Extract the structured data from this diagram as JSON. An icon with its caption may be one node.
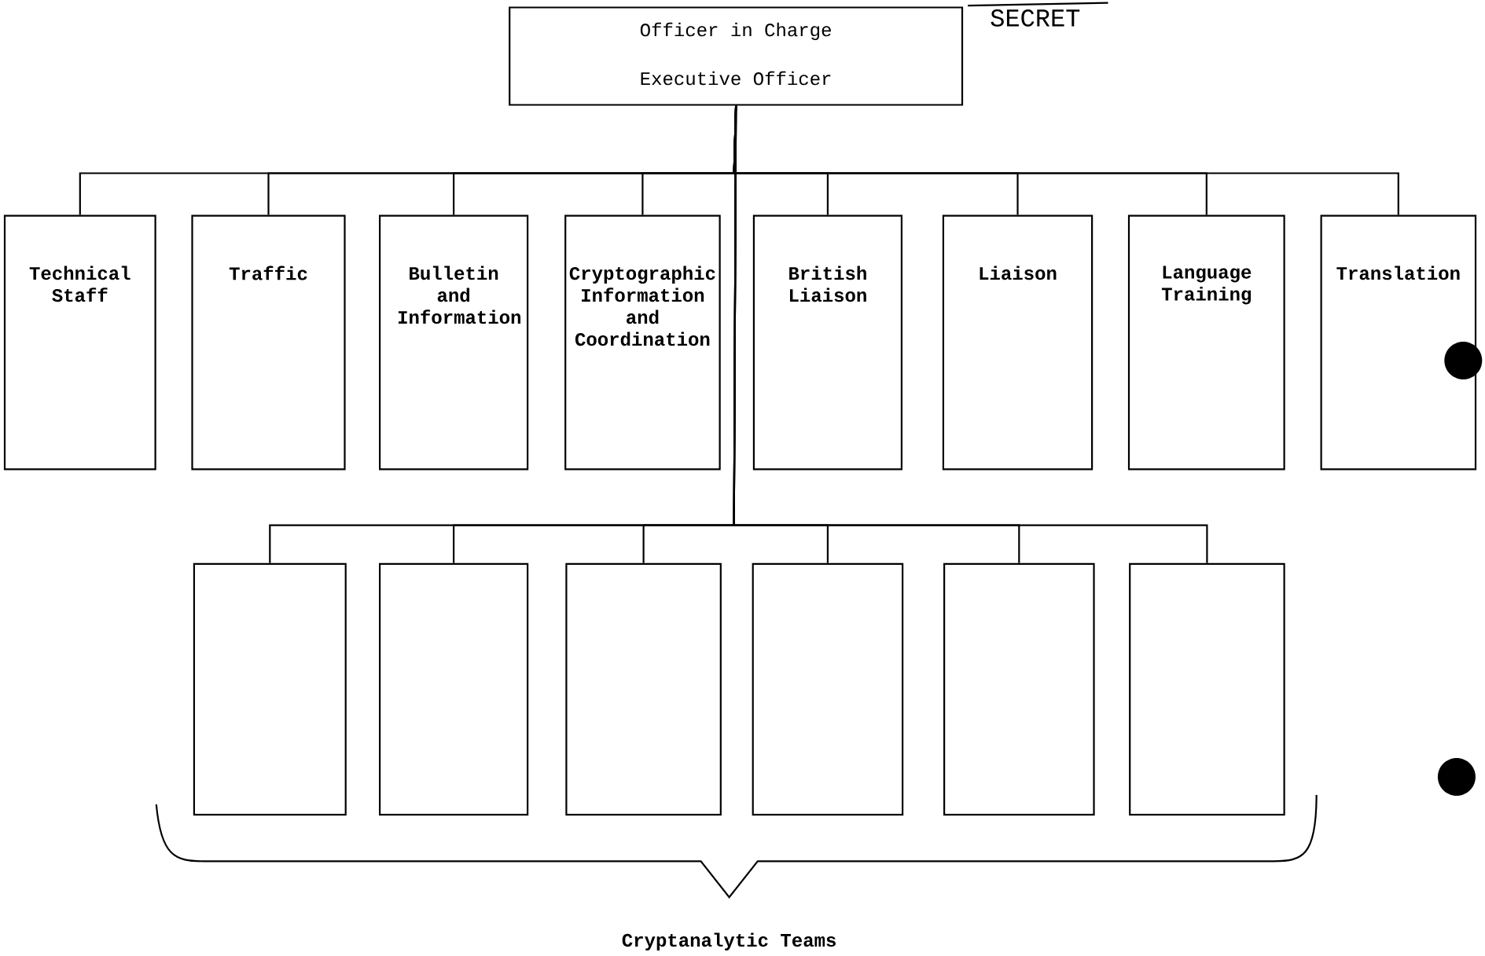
{
  "diagram": {
    "nodes": [
      {
        "text": [
          "Officer in Charge",
          "Executive Officer"
        ]
      },
      {
        "text": [
          "Technical Staff"
        ]
      },
      {
        "text": [
          "Traffic"
        ]
      },
      {
        "text": [
          "Bulletin and Information"
        ]
      },
      {
        "text": [
          "Cryptographic Information and Coordination"
        ]
      },
      {
        "text": [
          "British Liaison"
        ]
      },
      {
        "text": [
          "Liaison"
        ]
      },
      {
        "text": [
          "Language Training"
        ]
      },
      {
        "text": [
          "Translation"
        ]
      },
      {
        "text": [],
        "shape": "box"
      },
      {
        "text": [],
        "shape": "box"
      },
      {
        "text": [],
        "shape": "box"
      },
      {
        "text": [],
        "shape": "box"
      },
      {
        "text": [],
        "shape": "box"
      },
      {
        "text": [],
        "shape": "box"
      }
    ],
    "edges": [
      {
        "from": 0,
        "to": 1,
        "arrow": "none"
      },
      {
        "from": 0,
        "to": 2,
        "arrow": "none"
      },
      {
        "from": 0,
        "to": 3,
        "arrow": "none"
      },
      {
        "from": 0,
        "to": 4,
        "arrow": "none"
      },
      {
        "from": 0,
        "to": 5,
        "arrow": "none"
      },
      {
        "from": 0,
        "to": 6,
        "arrow": "none"
      },
      {
        "from": 0,
        "to": 7,
        "arrow": "none"
      },
      {
        "from": 0,
        "to": 8,
        "arrow": "none"
      },
      {
        "from": 0,
        "to": 9,
        "arrow": "none"
      },
      {
        "from": 0,
        "to": 10,
        "arrow": "none"
      },
      {
        "from": 0,
        "to": 11,
        "arrow": "none"
      },
      {
        "from": 0,
        "to": 12,
        "arrow": "none"
      },
      {
        "from": 0,
        "to": 13,
        "arrow": "none"
      },
      {
        "from": 0,
        "to": 14,
        "arrow": "none"
      }
    ],
    "labels": [
      "SECRET",
      "Cryptanalytic Teams"
    ]
  }
}
